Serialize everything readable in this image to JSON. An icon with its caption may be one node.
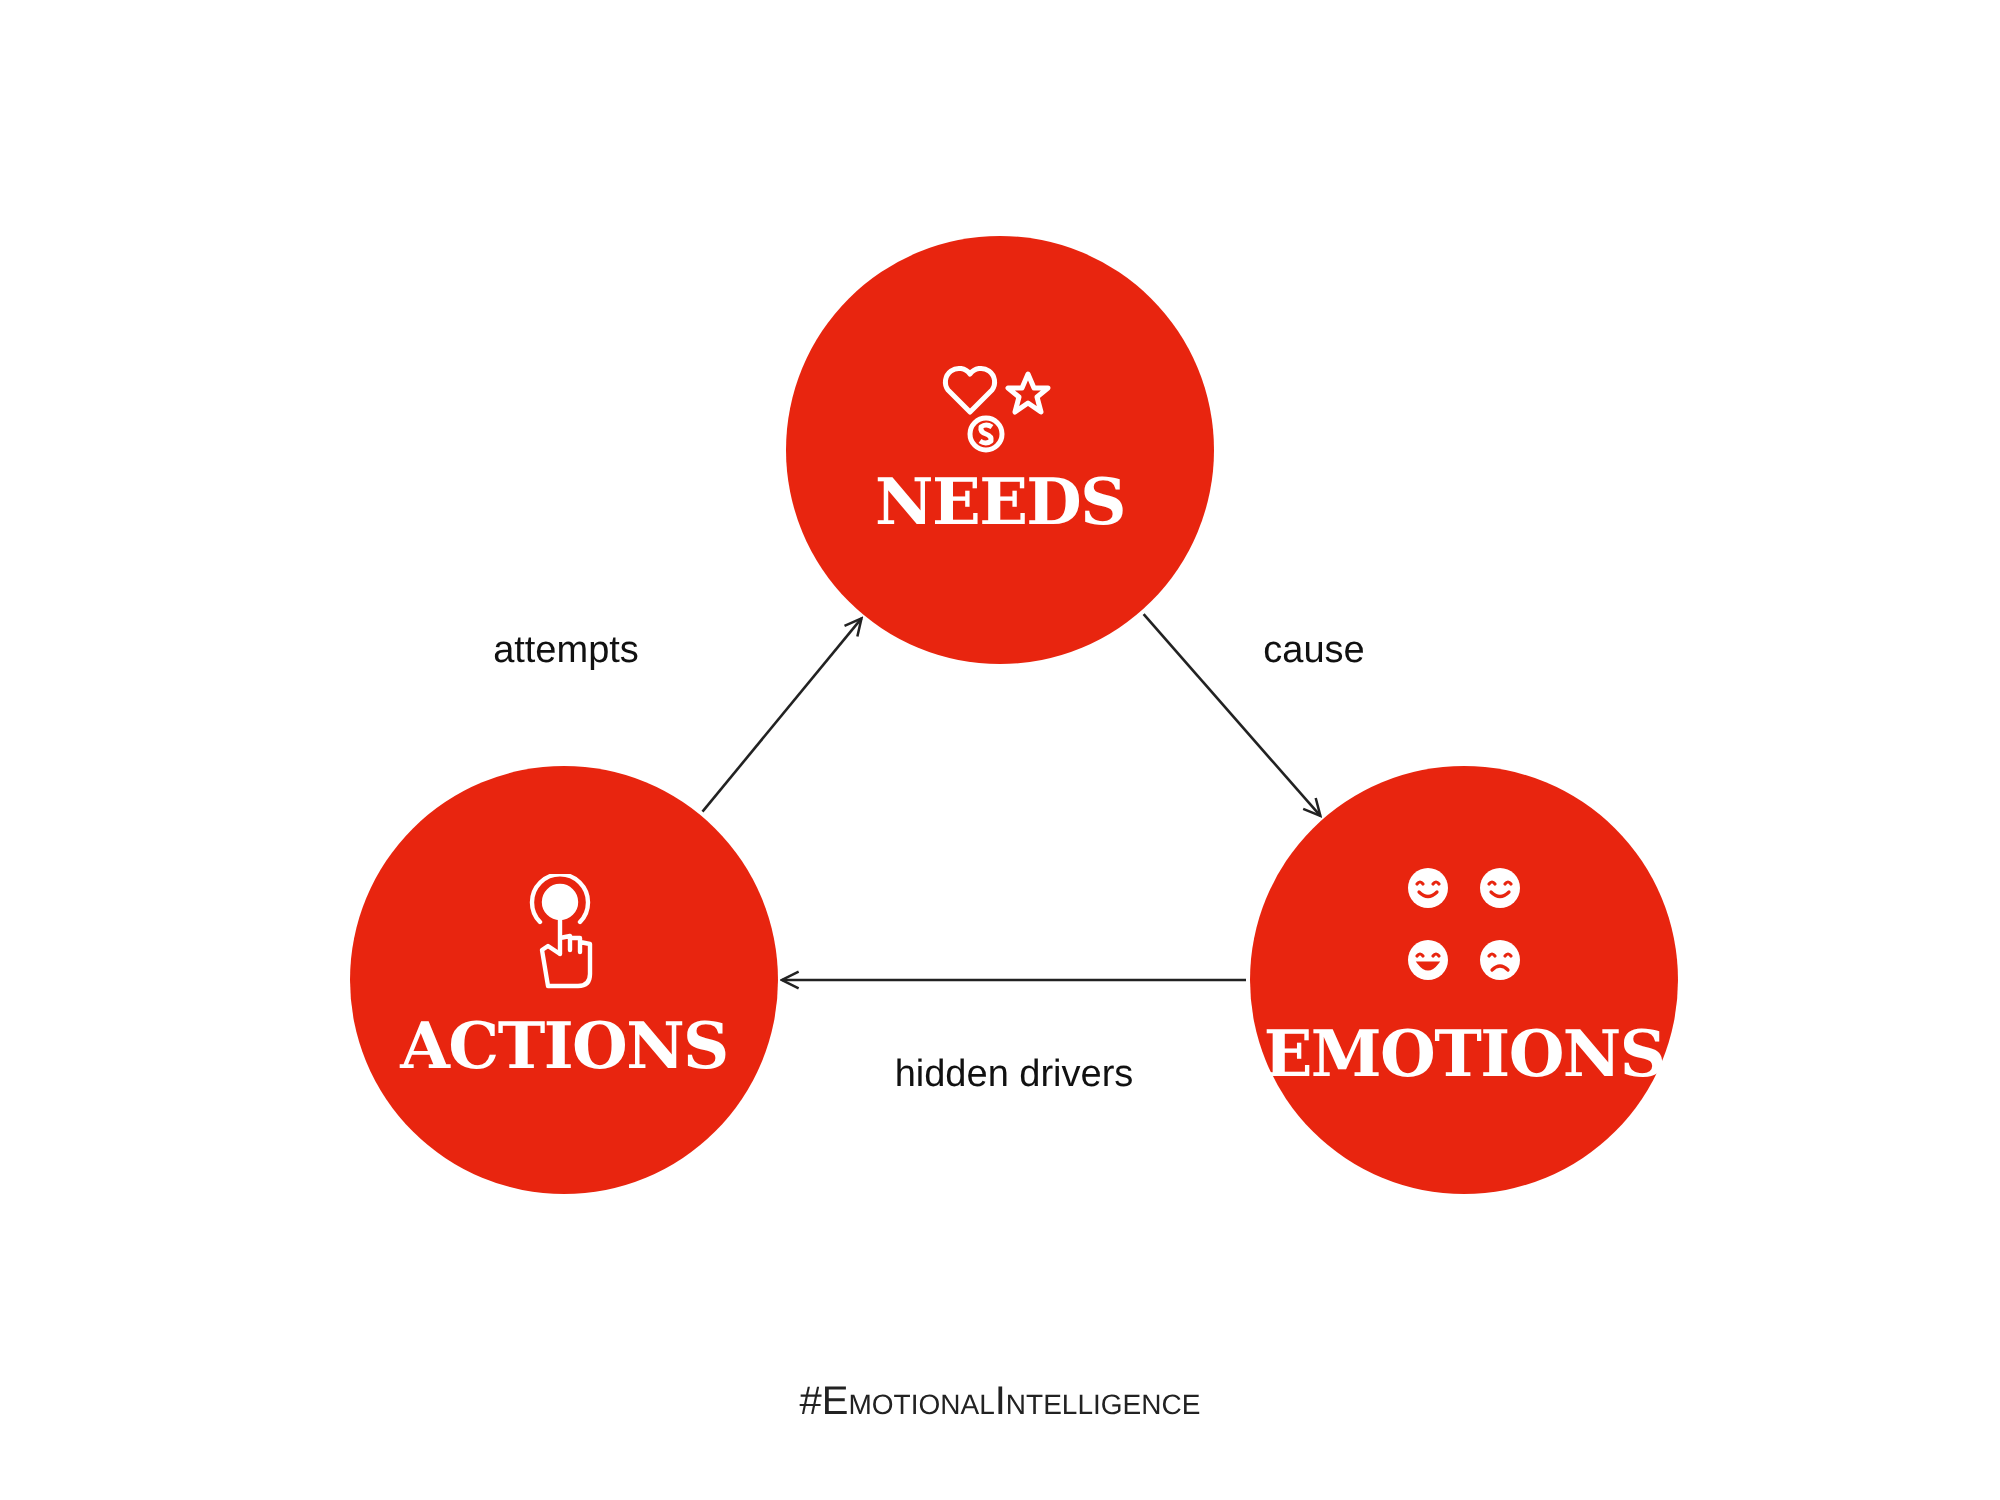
{
  "diagram": {
    "nodes": [
      {
        "text": [
          "NEEDS"
        ]
      },
      {
        "text": [
          "ACTIONS"
        ]
      },
      {
        "text": [
          "EMOTIONS"
        ]
      }
    ],
    "edges": [
      {
        "from": 1,
        "to": 0,
        "arrow": "to",
        "label": "attempts"
      },
      {
        "from": 0,
        "to": 2,
        "arrow": "to",
        "label": "cause"
      },
      {
        "from": 2,
        "to": 1,
        "arrow": "to",
        "label": "hidden drivers"
      }
    ],
    "labels": [
      "#EmotionalIntelligence"
    ]
  }
}
